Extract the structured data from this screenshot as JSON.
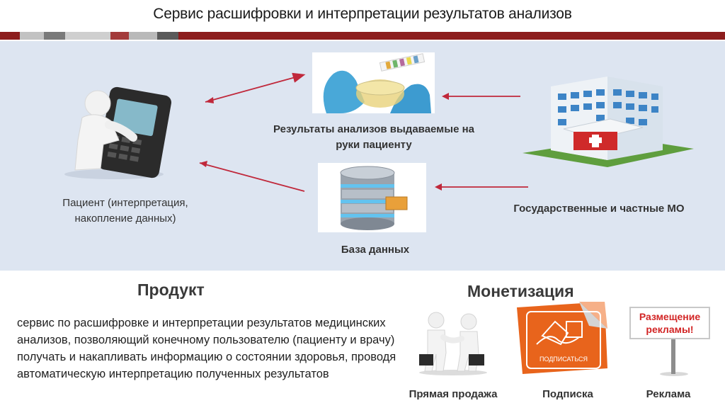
{
  "title": "Сервис расшифровки и интерпретации результатов анализов",
  "colors": {
    "stripe": [
      "#8c1d1d",
      "#b9b9b9",
      "#7a7a7a",
      "#c4a0a0",
      "#8c1d1d",
      "#b9b9b9",
      "#4d4d4d",
      "#ffffff",
      "#8c1d1d"
    ],
    "panel": "#dde5f1",
    "arrow": "#c0283b"
  },
  "diagram": {
    "patient_label": "Пациент (интерпретация, накопление данных)",
    "results_label": "Результаты анализов выдаваемые на руки пациенту",
    "database_label": "База данных",
    "mo_label": "Государственные и частные МО"
  },
  "product": {
    "heading": "Продукт",
    "description": "сервис по расшифровке и интерпретации результатов медицинских анализов, позволяющий конечному пользователю (пациенту и врачу) получать и накапливать информацию о состоянии здоровья, проводя автоматическую интерпретацию полученных результатов"
  },
  "monetization": {
    "heading": "Монетизация",
    "items": [
      {
        "label": "Прямая продажа",
        "icon": "handshake-icon"
      },
      {
        "label": "Подписка",
        "icon": "subscribe-sticker-icon",
        "sticker_text": "подписаться"
      },
      {
        "label": "Реклама",
        "icon": "ad-sign-icon",
        "sign_text": "Размещение рекламы!"
      }
    ]
  }
}
